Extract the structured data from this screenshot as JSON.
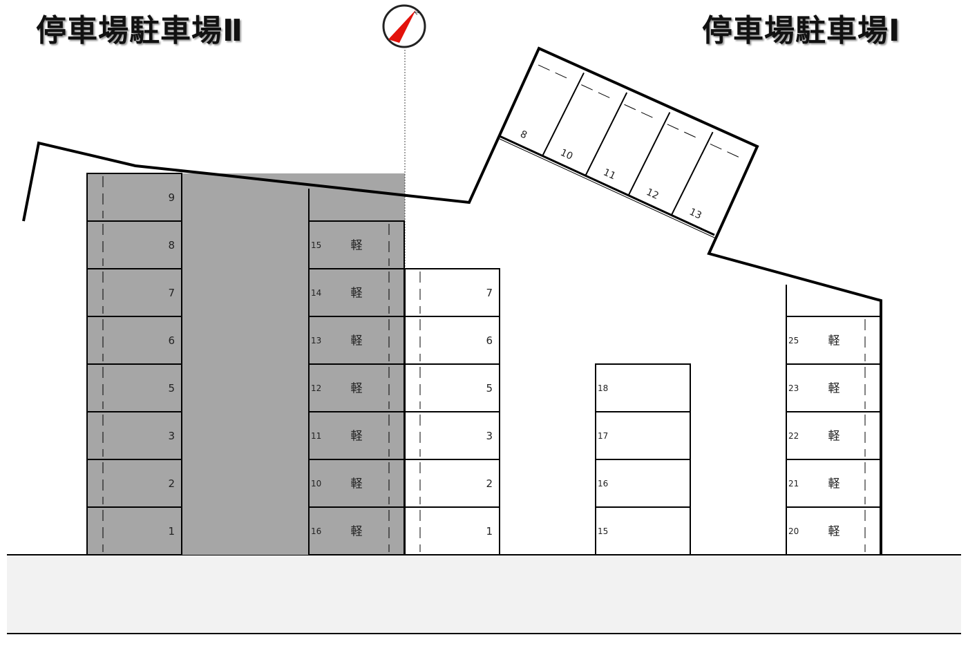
{
  "titles": {
    "lot2": "停車場駐車場Ⅱ",
    "lot1": "停車場駐車場Ⅰ"
  },
  "compass": {
    "icon": "north-arrow-icon",
    "letter": "N",
    "color": "#e3120b"
  },
  "colors": {
    "shaded_area": "#a6a6a6",
    "road": "#f2f2f2",
    "line": "#000000"
  },
  "kei_label": "軽",
  "lot2": {
    "left_column": [
      "9",
      "8",
      "7",
      "6",
      "5",
      "3",
      "2",
      "1"
    ],
    "right_column": [
      {
        "number": "15",
        "type": "軽"
      },
      {
        "number": "14",
        "type": "軽"
      },
      {
        "number": "13",
        "type": "軽"
      },
      {
        "number": "12",
        "type": "軽"
      },
      {
        "number": "11",
        "type": "軽"
      },
      {
        "number": "10",
        "type": "軽"
      },
      {
        "number": "16",
        "type": "軽"
      }
    ]
  },
  "lot1": {
    "column_a": [
      "7",
      "6",
      "5",
      "3",
      "2",
      "1"
    ],
    "column_b": [
      "18",
      "17",
      "16",
      "15"
    ],
    "column_c": [
      {
        "number": "25",
        "type": "軽"
      },
      {
        "number": "23",
        "type": "軽"
      },
      {
        "number": "22",
        "type": "軽"
      },
      {
        "number": "21",
        "type": "軽"
      },
      {
        "number": "20",
        "type": "軽"
      }
    ],
    "angled_row": [
      "8",
      "10",
      "11",
      "12",
      "13"
    ]
  }
}
